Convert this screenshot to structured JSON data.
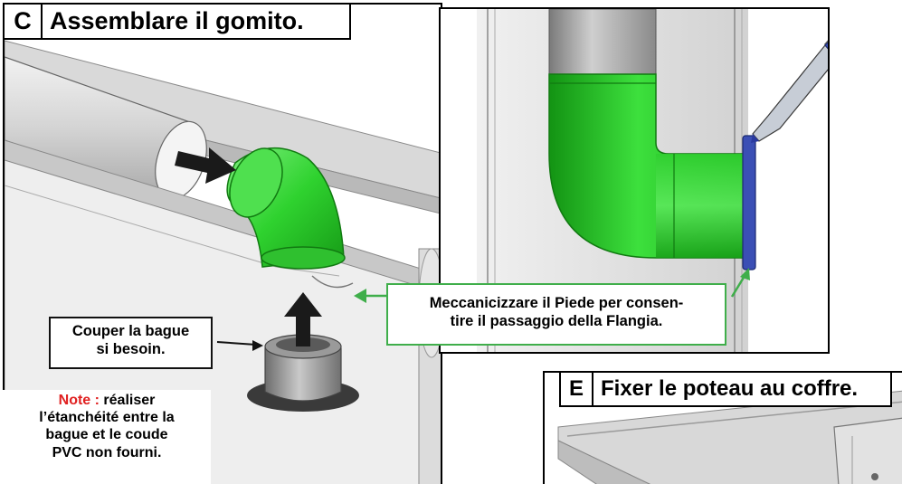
{
  "step_c": {
    "letter": "C",
    "title": "Assemblare il gomito."
  },
  "step_e": {
    "letter": "E",
    "title": "Fixer le poteau au coffre."
  },
  "callouts": {
    "cut_ring": {
      "line1": "Couper la bague",
      "line2": "si besoin."
    },
    "machining": {
      "line1": "Meccanicizzare il Piede per consen-",
      "line2": "tire il passaggio della Flangia."
    },
    "note": {
      "label": "Note :",
      "line1": "réaliser",
      "line2": "l’étanchéité entre la",
      "line3": "bague et le coude",
      "line4": "PVC non fourni."
    }
  },
  "colors": {
    "pvc_green": "#2fd22f",
    "metal_gray": "#c8c8c8",
    "callout_green": "#3fae4a",
    "note_red": "#e02020",
    "flange_blue": "#3b4fb5"
  }
}
